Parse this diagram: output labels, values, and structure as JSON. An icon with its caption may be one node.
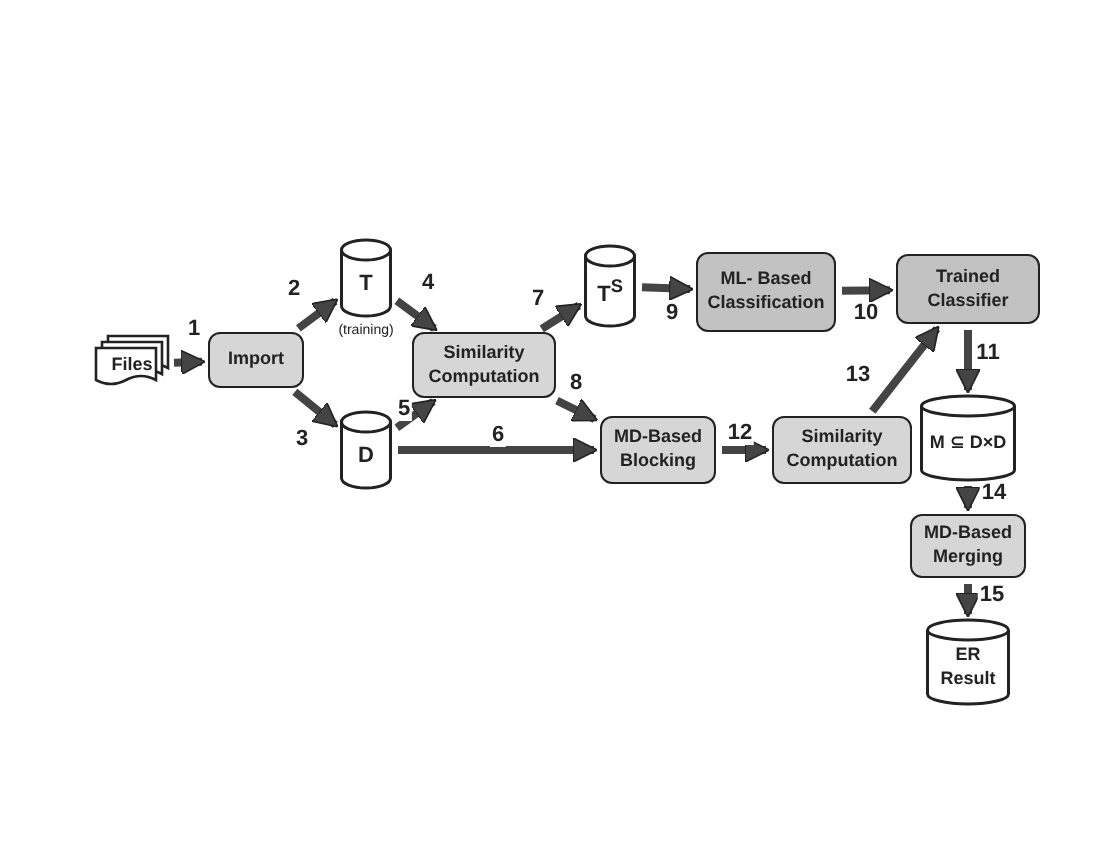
{
  "diagram": {
    "nodes": [
      {
        "text": [
          "Files"
        ]
      },
      {
        "text": [
          "Import"
        ]
      },
      {
        "text": [
          "T"
        ],
        "beside": [
          "(training)"
        ]
      },
      {
        "text": [
          "D"
        ]
      },
      {
        "text": [
          "Similarity Computation"
        ]
      },
      {
        "text": [
          "T$^{S}$"
        ]
      },
      {
        "text": [
          "ML- Based Classification"
        ]
      },
      {
        "text": [
          "Trained Classifier"
        ]
      },
      {
        "text": [
          "MD-Based Blocking"
        ]
      },
      {
        "text": [
          "Similarity Computation"
        ]
      },
      {
        "text": [
          "M ⊆ D×D"
        ]
      },
      {
        "text": [
          "MD-Based Merging"
        ]
      },
      {
        "text": [
          "ER Result"
        ]
      }
    ],
    "edges": [
      {
        "from": 0,
        "to": 1,
        "arrow": "to",
        "label": "1"
      },
      {
        "from": 1,
        "to": 2,
        "arrow": "to",
        "label": "2"
      },
      {
        "from": 1,
        "to": 3,
        "arrow": "to",
        "label": "3"
      },
      {
        "from": 2,
        "to": 4,
        "arrow": "to",
        "label": "4"
      },
      {
        "from": 3,
        "to": 4,
        "arrow": "to",
        "label": "5"
      },
      {
        "from": 3,
        "to": 8,
        "arrow": "to",
        "label": "6"
      },
      {
        "from": 4,
        "to": 5,
        "arrow": "to",
        "label": "7"
      },
      {
        "from": 4,
        "to": 8,
        "arrow": "to",
        "label": "8"
      },
      {
        "from": 5,
        "to": 6,
        "arrow": "to",
        "label": "9"
      },
      {
        "from": 6,
        "to": 7,
        "arrow": "to",
        "label": "10"
      },
      {
        "from": 7,
        "to": 10,
        "arrow": "to",
        "label": "11"
      },
      {
        "from": 8,
        "to": 9,
        "arrow": "to",
        "label": "12"
      },
      {
        "from": 9,
        "to": 7,
        "arrow": "to",
        "label": "13"
      },
      {
        "from": 10,
        "to": 11,
        "arrow": "to",
        "label": "14"
      },
      {
        "from": 11,
        "to": 12,
        "arrow": "to",
        "label": "15"
      }
    ]
  }
}
